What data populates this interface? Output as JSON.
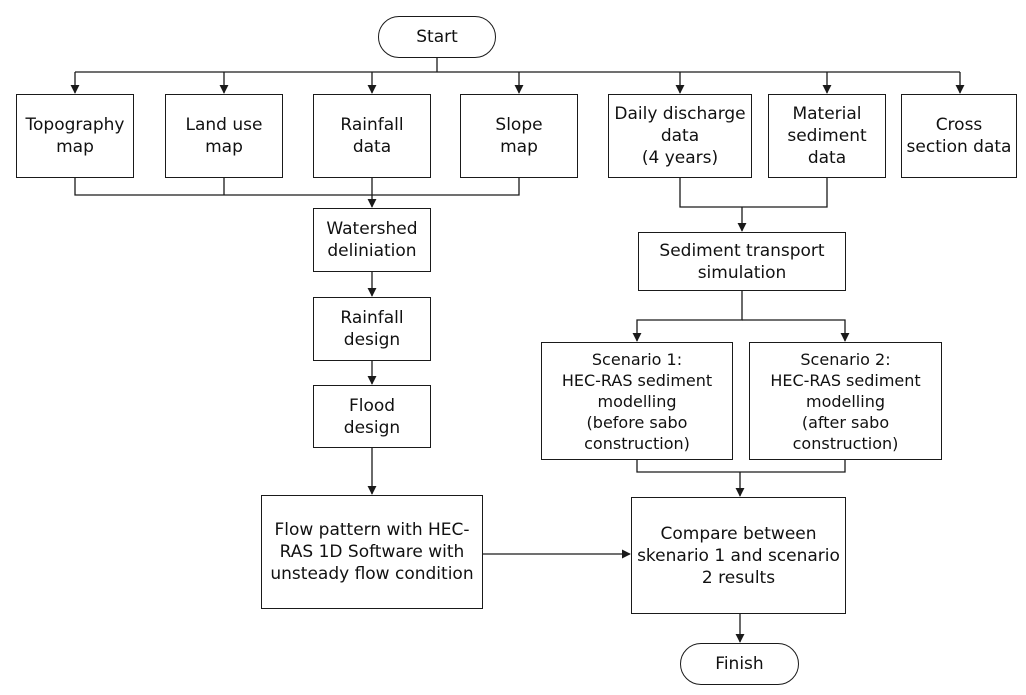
{
  "diagram": {
    "type": "flowchart",
    "start": "Start",
    "finish": "Finish",
    "inputs": {
      "topography": "Topography\nmap",
      "land_use": "Land use\nmap",
      "rainfall": "Rainfall\ndata",
      "slope": "Slope\nmap",
      "daily_discharge": "Daily discharge\ndata\n(4 years)",
      "material_sediment": "Material\nsediment\ndata",
      "cross_section": "Cross\nsection data"
    },
    "left_branch": {
      "watershed": "Watershed\ndeliniation",
      "rainfall_design": "Rainfall\ndesign",
      "flood_design": "Flood\ndesign",
      "flow_pattern": "Flow pattern with HEC-\nRAS 1D Software with\nunsteady flow condition"
    },
    "right_branch": {
      "sediment_sim": "Sediment transport\nsimulation",
      "scenario1": "Scenario 1:\nHEC-RAS sediment\nmodelling\n(before sabo\nconstruction)",
      "scenario2": "Scenario 2:\nHEC-RAS sediment\nmodelling\n(after sabo\nconstruction)"
    },
    "compare": "Compare between\nskenario 1 and scenario\n2 results"
  }
}
